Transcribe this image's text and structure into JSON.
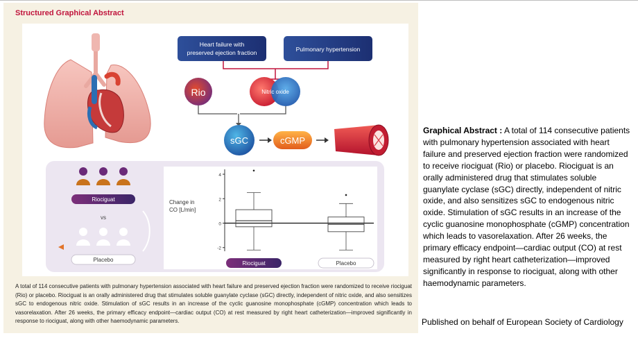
{
  "abstract_title": "Structured Graphical Abstract",
  "diagram": {
    "condition_boxes": [
      "Heart failure with preserved ejection fraction",
      "Pulmonary hypertension"
    ],
    "rio_label": "Rio",
    "no_label": "Nitric oxide",
    "sgc_label": "sGC",
    "cgmp_label": "cGMP",
    "riociguat_label": "Riociguat",
    "vs_label": "vs",
    "placebo_label": "Placebo"
  },
  "chart_data": {
    "type": "box",
    "ylabel": "Change in CO [L/min]",
    "yticks": [
      4,
      2,
      0,
      -2
    ],
    "ylim": [
      -2.3,
      4.4
    ],
    "categories": [
      "Riociguat",
      "Placebo"
    ],
    "boxes": [
      {
        "name": "Riociguat",
        "min": -2.2,
        "q1": -0.3,
        "median": 0.2,
        "q3": 1.1,
        "max": 2.5,
        "outliers": [
          4.3
        ]
      },
      {
        "name": "Placebo",
        "min": -2.2,
        "q1": -0.7,
        "median": -0.1,
        "q3": 0.5,
        "max": 1.6,
        "outliers": [
          2.3
        ]
      }
    ],
    "colors": {
      "riociguat": "#5c2a6e",
      "placebo": "#ffffff"
    }
  },
  "caption": "A total of 114 consecutive patients with pulmonary hypertension associated with heart failure and preserved ejection fraction were randomized to receive riociguat (Rio) or placebo. Riociguat is an orally administered drug that stimulates soluble guanylate cyclase (sGC) directly, independent of nitric oxide, and also sensitizes sGC to endogenous nitric oxide. Stimulation of sGC results in an increase of the cyclic guanosine monophosphate (cGMP) concentration which leads to vasorelaxation. After 26 weeks, the primary efficacy endpoint—cardiac output (CO) at rest measured by right heart catheterization—improved significantly in response to riociguat, along with other haemodynamic parameters.",
  "description": {
    "label": "Graphical Abstract :",
    "text": " A total of 114 consecutive patients with pulmonary hypertension associated with heart failure and preserved ejection fraction were randomized to receive riociguat (Rio) or placebo. Riociguat is an orally administered drug that stimulates soluble guanylate cyclase (sGC) directly, independent of nitric oxide, and also sensitizes sGC to endogenous nitric oxide. Stimulation of sGC results in an increase of the cyclic guanosine monophosphate (cGMP) concentration which leads to vasorelaxation. After 26 weeks, the primary efficacy endpoint—cardiac output (CO) at rest measured by right heart catheterization—improved significantly in response to riociguat, along with other haemodynamic parameters."
  },
  "publisher": "Published on behalf of European Society of Cardiology"
}
